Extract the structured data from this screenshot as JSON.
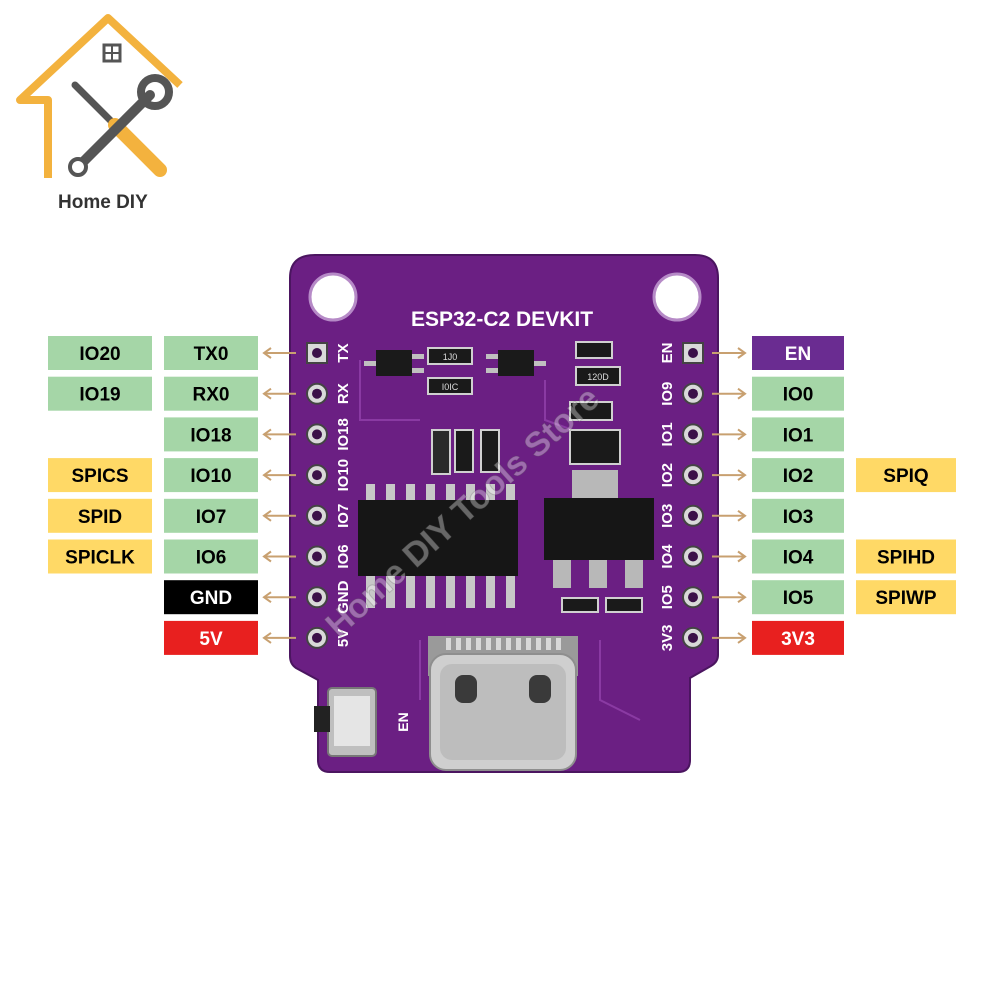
{
  "logo": {
    "text": "Home DIY"
  },
  "board": {
    "title": "ESP32-C2 DEVKIT",
    "watermark": "Home DIY Tools Store",
    "button_label": "EN",
    "left_silk": [
      "TX",
      "RX",
      "IO18",
      "IO10",
      "IO7",
      "IO6",
      "GND",
      "5V"
    ],
    "right_silk": [
      "EN",
      "IO9",
      "IO1",
      "IO2",
      "IO3",
      "IO4",
      "IO5",
      "3V3"
    ],
    "chip_marks": [
      "1J0",
      "I0IC",
      "120D"
    ]
  },
  "colors": {
    "green": "#a5d6a7",
    "yellow": "#ffd966",
    "black": "#000000",
    "red": "#e8201f",
    "purple": "#6a2c91",
    "board": "#6b1f83"
  },
  "left_pins": [
    {
      "labels": [
        {
          "text": "IO20",
          "color": "green"
        },
        {
          "text": "TX0",
          "color": "green"
        }
      ]
    },
    {
      "labels": [
        {
          "text": "IO19",
          "color": "green"
        },
        {
          "text": "RX0",
          "color": "green"
        }
      ]
    },
    {
      "labels": [
        {
          "text": "IO18",
          "color": "green"
        }
      ]
    },
    {
      "labels": [
        {
          "text": "SPICS",
          "color": "yellow"
        },
        {
          "text": "IO10",
          "color": "green"
        }
      ]
    },
    {
      "labels": [
        {
          "text": "SPID",
          "color": "yellow"
        },
        {
          "text": "IO7",
          "color": "green"
        }
      ]
    },
    {
      "labels": [
        {
          "text": "SPICLK",
          "color": "yellow"
        },
        {
          "text": "IO6",
          "color": "green"
        }
      ]
    },
    {
      "labels": [
        {
          "text": "GND",
          "color": "black"
        }
      ]
    },
    {
      "labels": [
        {
          "text": "5V",
          "color": "red"
        }
      ]
    }
  ],
  "right_pins": [
    {
      "labels": [
        {
          "text": "EN",
          "color": "purple"
        }
      ]
    },
    {
      "labels": [
        {
          "text": "IO0",
          "color": "green"
        }
      ]
    },
    {
      "labels": [
        {
          "text": "IO1",
          "color": "green"
        }
      ]
    },
    {
      "labels": [
        {
          "text": "IO2",
          "color": "green"
        },
        {
          "text": "SPIQ",
          "color": "yellow"
        }
      ]
    },
    {
      "labels": [
        {
          "text": "IO3",
          "color": "green"
        }
      ]
    },
    {
      "labels": [
        {
          "text": "IO4",
          "color": "green"
        },
        {
          "text": "SPIHD",
          "color": "yellow"
        }
      ]
    },
    {
      "labels": [
        {
          "text": "IO5",
          "color": "green"
        },
        {
          "text": "SPIWP",
          "color": "yellow"
        }
      ]
    },
    {
      "labels": [
        {
          "text": "3V3",
          "color": "red"
        }
      ]
    }
  ]
}
